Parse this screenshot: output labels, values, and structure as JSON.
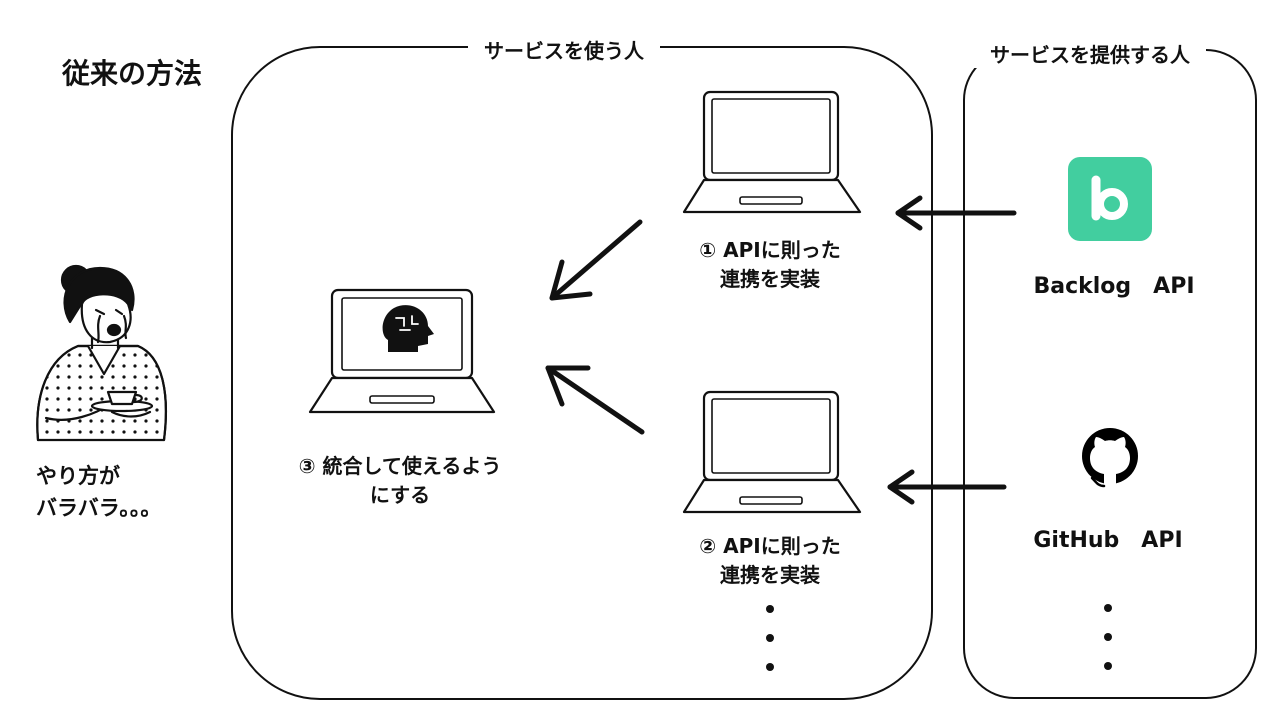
{
  "page_title": "従来の方法",
  "frames": {
    "user_frame_label": "サービスを使う人",
    "provider_frame_label": "サービスを提供する人"
  },
  "person": {
    "caption_line1": "やり方が",
    "caption_line2": "バラバラ。。。",
    "icon": "crying-person-with-teacup-illustration"
  },
  "center": {
    "caption_line1": "③ 統合して使えるよう",
    "caption_line2": "にする",
    "screen_icon": "ai-brain-head-icon"
  },
  "steps": [
    {
      "caption_line1": "① APIに則った",
      "caption_line2": "連携を実装"
    },
    {
      "caption_line1": "② APIに則った",
      "caption_line2": "連携を実装"
    }
  ],
  "providers": [
    {
      "label": "Backlog　API",
      "icon": "backlog-logo-icon",
      "color": "#42CE9F"
    },
    {
      "label": "GitHub　API",
      "icon": "github-logo-icon",
      "color": "#000000"
    }
  ],
  "more_indicator": "⋮",
  "colors": {
    "stroke": "#111111",
    "background": "#FFFFFF",
    "backlog_green": "#42CE9F"
  }
}
